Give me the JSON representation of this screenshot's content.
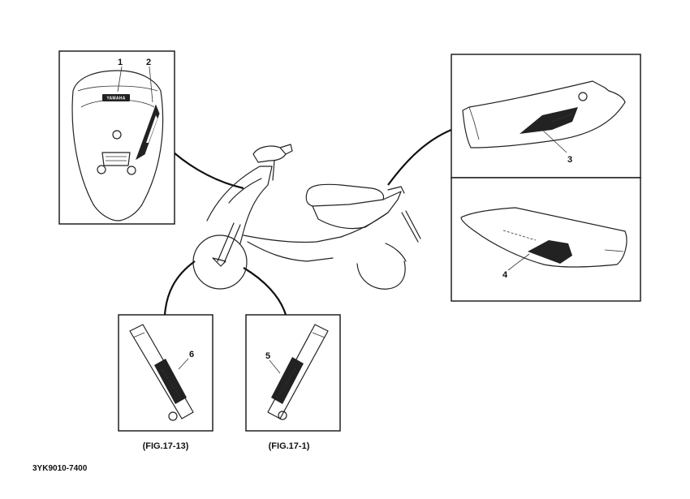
{
  "callouts": {
    "c1": "1",
    "c2": "2",
    "c3": "3",
    "c4": "4",
    "c5": "5",
    "c6": "6"
  },
  "figures": {
    "left_fork": "(FIG.17-13)",
    "right_fork": "(FIG.17-1)"
  },
  "emblem_text": "YAMAHA",
  "part_number": "3YK9010-7400"
}
